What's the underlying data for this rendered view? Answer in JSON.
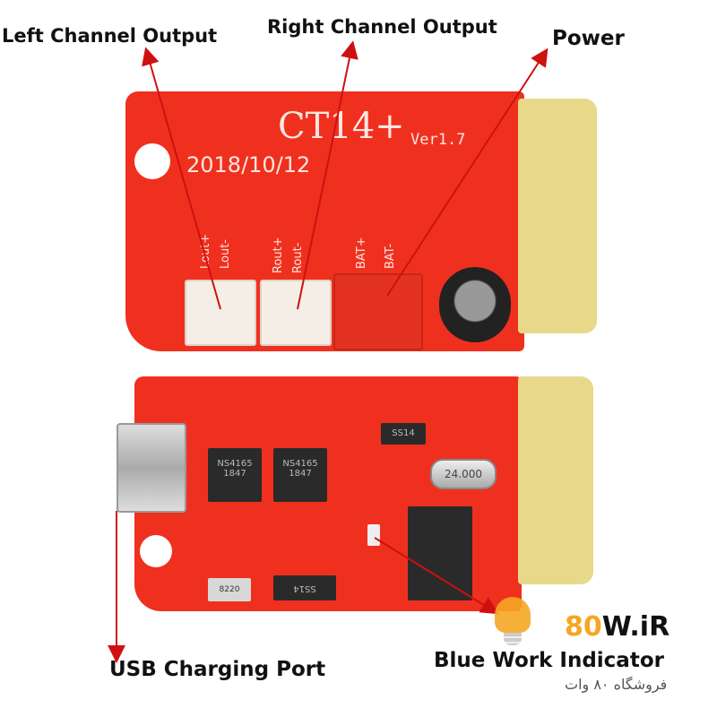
{
  "labels": {
    "left_channel": "Left Channel Output",
    "right_channel": "Right Channel Output",
    "power": "Power",
    "usb_port": "USB Charging Port",
    "blue_indicator": "Blue Work Indicator"
  },
  "board_top": {
    "model": "CT14+",
    "version": "Ver1.7",
    "date": "2018/10/12",
    "pins": [
      "Lout+",
      "Lout-",
      "Rout+",
      "Rout-",
      "BAT+",
      "BAT-"
    ]
  },
  "board_bottom": {
    "amp1": "NS4165\n1847",
    "amp2": "NS4165\n1847",
    "diode": "SS14",
    "crystal": "24.000",
    "inductor": "8220",
    "diode2": "SS14"
  },
  "watermark": {
    "brand": "80W.iR",
    "subtitle": "فروشگاه ۸۰ وات"
  },
  "colors": {
    "pcb": "#f0301e",
    "antenna": "#e8d88a",
    "arrow": "#d01010",
    "accent": "#f5a623"
  }
}
